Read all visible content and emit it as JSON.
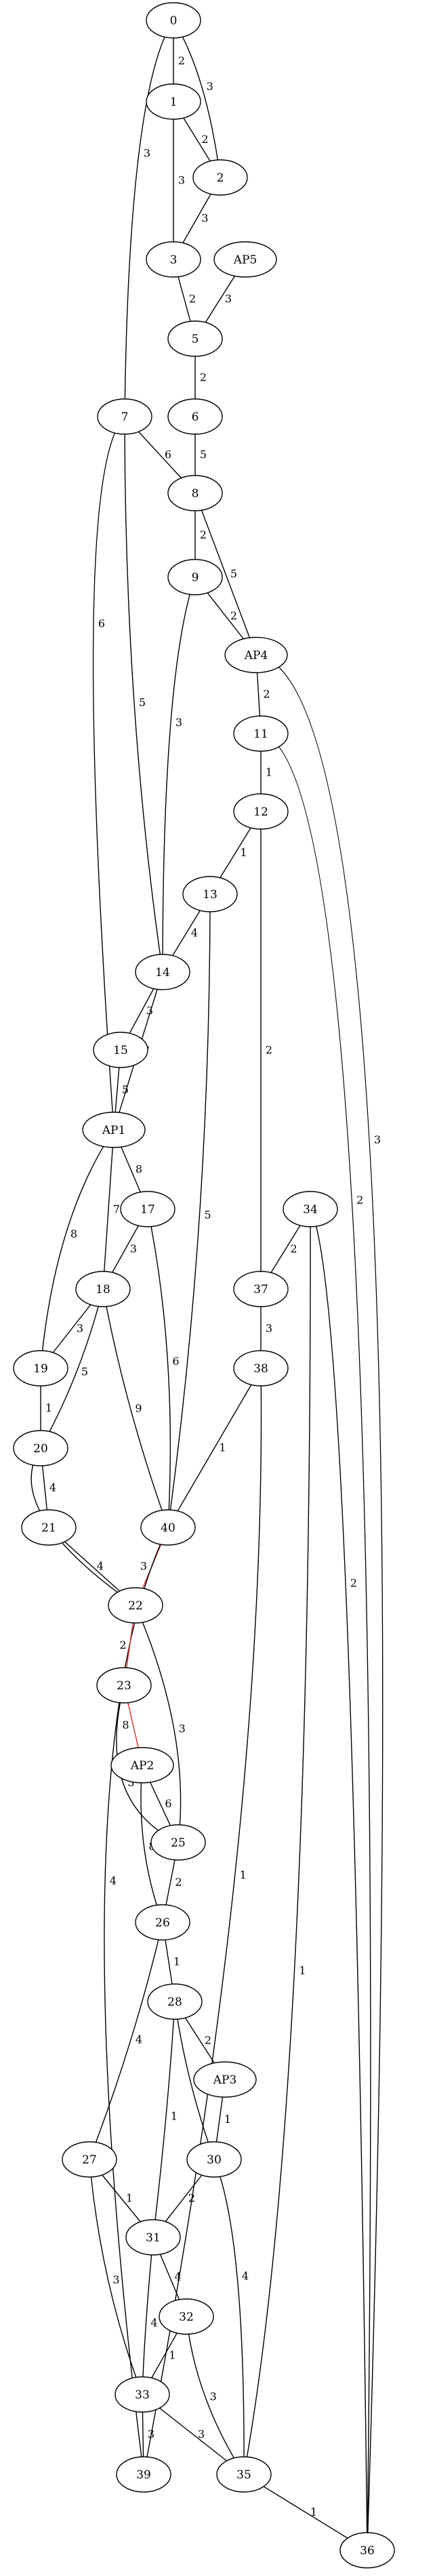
{
  "graph": {
    "highlight_color": "#e02a2a",
    "nodes": [
      "0",
      "1",
      "2",
      "3",
      "AP5",
      "5",
      "6",
      "7",
      "8",
      "9",
      "AP4",
      "11",
      "12",
      "13",
      "14",
      "15",
      "AP1",
      "17",
      "18",
      "19",
      "20",
      "21",
      "22",
      "23",
      "AP2",
      "25",
      "26",
      "28",
      "AP3",
      "30",
      "27",
      "31",
      "32",
      "33",
      "34",
      "37",
      "38",
      "40",
      "39",
      "35",
      "36"
    ],
    "edges": [
      {
        "source": "0",
        "target": "1",
        "weight": "2",
        "highlight": false
      },
      {
        "source": "0",
        "target": "2",
        "weight": "3",
        "highlight": false
      },
      {
        "source": "0",
        "target": "7",
        "weight": "3",
        "highlight": false
      },
      {
        "source": "1",
        "target": "2",
        "weight": "2",
        "highlight": false
      },
      {
        "source": "1",
        "target": "3",
        "weight": "3",
        "highlight": false
      },
      {
        "source": "2",
        "target": "3",
        "weight": "3",
        "highlight": false
      },
      {
        "source": "3",
        "target": "5",
        "weight": "2",
        "highlight": false
      },
      {
        "source": "AP5",
        "target": "5",
        "weight": "3",
        "highlight": false
      },
      {
        "source": "5",
        "target": "6",
        "weight": "2",
        "highlight": false
      },
      {
        "source": "6",
        "target": "8",
        "weight": "5",
        "highlight": false
      },
      {
        "source": "7",
        "target": "8",
        "weight": "6",
        "highlight": false
      },
      {
        "source": "7",
        "target": "14",
        "weight": "5",
        "highlight": false
      },
      {
        "source": "7",
        "target": "AP1",
        "weight": "6",
        "highlight": false
      },
      {
        "source": "8",
        "target": "9",
        "weight": "2",
        "highlight": false
      },
      {
        "source": "8",
        "target": "AP4",
        "weight": "5",
        "highlight": false
      },
      {
        "source": "9",
        "target": "AP4",
        "weight": "2",
        "highlight": false
      },
      {
        "source": "9",
        "target": "14",
        "weight": "3",
        "highlight": false
      },
      {
        "source": "AP4",
        "target": "11",
        "weight": "2",
        "highlight": false
      },
      {
        "source": "AP4",
        "target": "36",
        "weight": "3",
        "highlight": false
      },
      {
        "source": "11",
        "target": "12",
        "weight": "1",
        "highlight": false
      },
      {
        "source": "11",
        "target": "36",
        "weight": "2",
        "highlight": false
      },
      {
        "source": "12",
        "target": "13",
        "weight": "1",
        "highlight": false
      },
      {
        "source": "12",
        "target": "37",
        "weight": "2",
        "highlight": false
      },
      {
        "source": "13",
        "target": "14",
        "weight": "4",
        "highlight": false
      },
      {
        "source": "13",
        "target": "40",
        "weight": "5",
        "highlight": false
      },
      {
        "source": "14",
        "target": "15",
        "weight": "3",
        "highlight": false
      },
      {
        "source": "14",
        "target": "AP1",
        "weight": "7",
        "highlight": false
      },
      {
        "source": "15",
        "target": "AP1",
        "weight": "5",
        "highlight": false
      },
      {
        "source": "AP1",
        "target": "17",
        "weight": "8",
        "highlight": false
      },
      {
        "source": "AP1",
        "target": "18",
        "weight": "7",
        "highlight": false
      },
      {
        "source": "AP1",
        "target": "19",
        "weight": "8",
        "highlight": false
      },
      {
        "source": "17",
        "target": "18",
        "weight": "3",
        "highlight": false
      },
      {
        "source": "17",
        "target": "40",
        "weight": "6",
        "highlight": false
      },
      {
        "source": "18",
        "target": "19",
        "weight": "3",
        "highlight": false
      },
      {
        "source": "18",
        "target": "20",
        "weight": "5",
        "highlight": false
      },
      {
        "source": "18",
        "target": "40",
        "weight": "9",
        "highlight": false
      },
      {
        "source": "19",
        "target": "20",
        "weight": "1",
        "highlight": false
      },
      {
        "source": "20",
        "target": "21",
        "weight": "4",
        "highlight": false
      },
      {
        "source": "20",
        "target": "22",
        "weight": "4",
        "highlight": false
      },
      {
        "source": "21",
        "target": "22",
        "weight": "4",
        "highlight": false
      },
      {
        "source": "34",
        "target": "37",
        "weight": "2",
        "highlight": false
      },
      {
        "source": "34",
        "target": "35",
        "weight": "1",
        "highlight": false
      },
      {
        "source": "34",
        "target": "36",
        "weight": "2",
        "highlight": false
      },
      {
        "source": "37",
        "target": "38",
        "weight": "3",
        "highlight": false
      },
      {
        "source": "38",
        "target": "40",
        "weight": "1",
        "highlight": false
      },
      {
        "source": "38",
        "target": "39",
        "weight": "1",
        "highlight": false
      },
      {
        "source": "40",
        "target": "22",
        "weight": "3",
        "highlight": true
      },
      {
        "source": "40",
        "target": "39",
        "weight": "4",
        "highlight": false
      },
      {
        "source": "22",
        "target": "23",
        "weight": "2",
        "highlight": true
      },
      {
        "source": "22",
        "target": "25",
        "weight": "3",
        "highlight": false
      },
      {
        "source": "23",
        "target": "AP2",
        "weight": "8",
        "highlight": true
      },
      {
        "source": "23",
        "target": "25",
        "weight": "3",
        "highlight": false
      },
      {
        "source": "AP2",
        "target": "25",
        "weight": "6",
        "highlight": false
      },
      {
        "source": "AP2",
        "target": "26",
        "weight": "8",
        "highlight": false
      },
      {
        "source": "25",
        "target": "26",
        "weight": "2",
        "highlight": false
      },
      {
        "source": "26",
        "target": "28",
        "weight": "1",
        "highlight": false
      },
      {
        "source": "26",
        "target": "27",
        "weight": "4",
        "highlight": false
      },
      {
        "source": "28",
        "target": "AP3",
        "weight": "2",
        "highlight": false
      },
      {
        "source": "28",
        "target": "30",
        "weight": "2",
        "highlight": false
      },
      {
        "source": "28",
        "target": "31",
        "weight": "1",
        "highlight": false
      },
      {
        "source": "AP3",
        "target": "30",
        "weight": "1",
        "highlight": false
      },
      {
        "source": "30",
        "target": "31",
        "weight": "2",
        "highlight": false
      },
      {
        "source": "30",
        "target": "35",
        "weight": "4",
        "highlight": false
      },
      {
        "source": "27",
        "target": "31",
        "weight": "1",
        "highlight": false
      },
      {
        "source": "27",
        "target": "33",
        "weight": "3",
        "highlight": false
      },
      {
        "source": "31",
        "target": "32",
        "weight": "4",
        "highlight": false
      },
      {
        "source": "31",
        "target": "33",
        "weight": "4",
        "highlight": false
      },
      {
        "source": "32",
        "target": "33",
        "weight": "1",
        "highlight": false
      },
      {
        "source": "32",
        "target": "35",
        "weight": "3",
        "highlight": false
      },
      {
        "source": "33",
        "target": "39",
        "weight": "3",
        "highlight": false
      },
      {
        "source": "33",
        "target": "35",
        "weight": "3",
        "highlight": false
      },
      {
        "source": "35",
        "target": "36",
        "weight": "1",
        "highlight": false
      }
    ]
  }
}
